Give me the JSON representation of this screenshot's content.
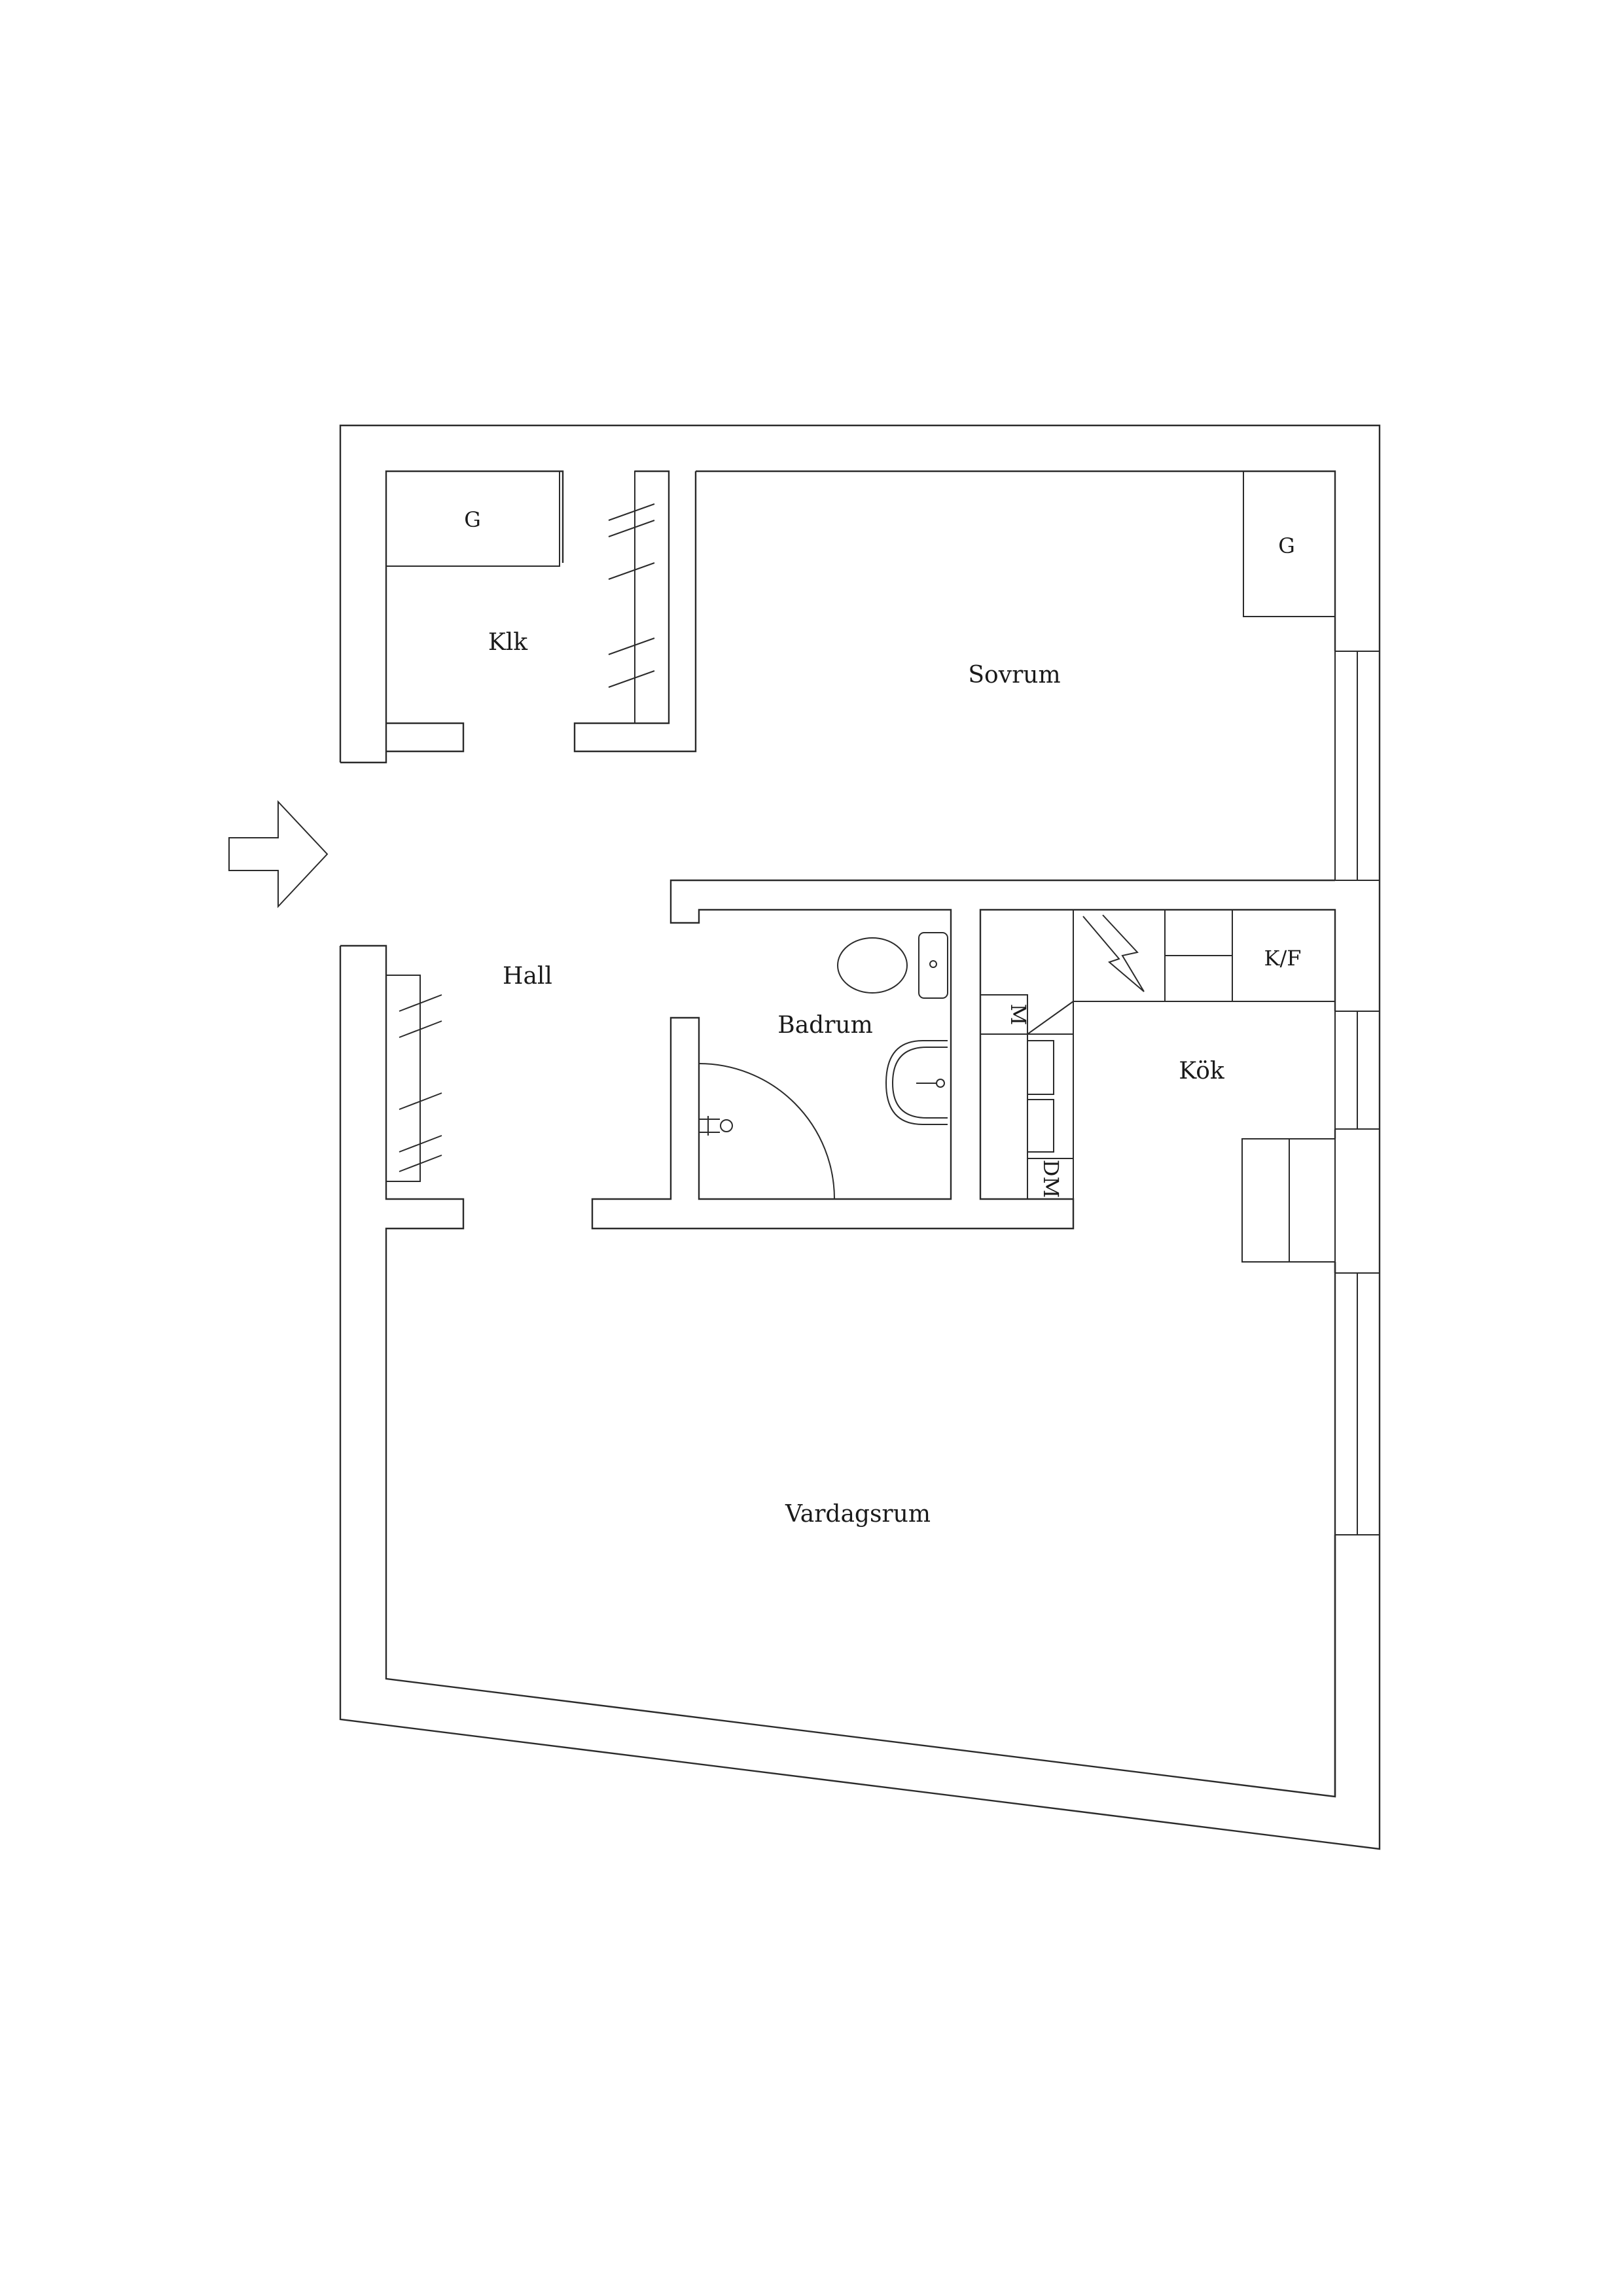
{
  "rooms": {
    "klk": "Klk",
    "sovrum": "Sovrum",
    "hall": "Hall",
    "badrum": "Badrum",
    "kok": "Kök",
    "vardagsrum": "Vardagsrum"
  },
  "fixtures": {
    "closet_klk": "G",
    "closet_sovrum": "G",
    "fridge_freezer": "K/F",
    "microwave": "M",
    "dishwasher": "DM"
  }
}
